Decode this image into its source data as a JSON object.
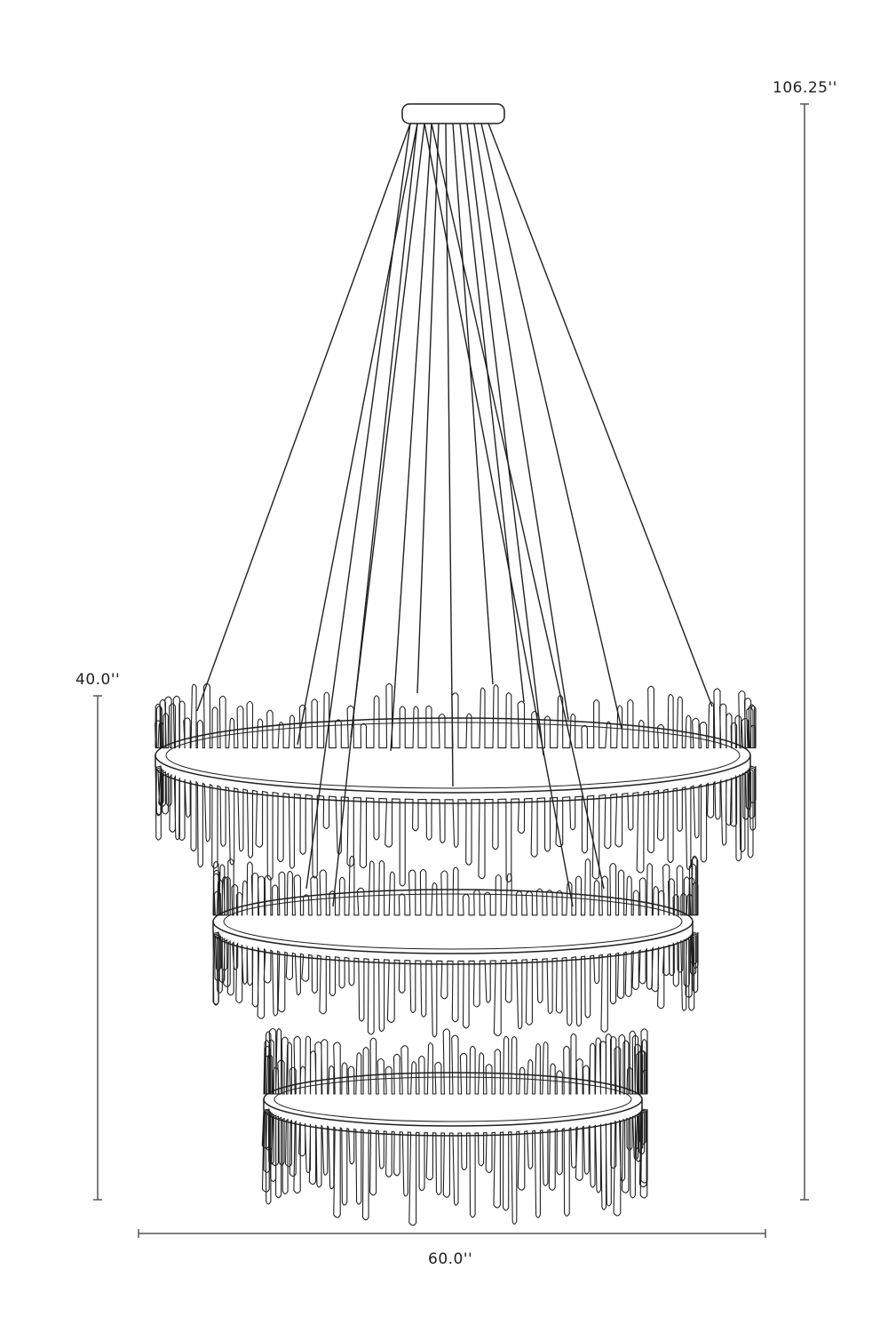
{
  "dimensions": {
    "overall_height": "106.25''",
    "body_height": "40.0''",
    "width": "60.0''"
  },
  "colors": {
    "line": "#1f1f1f",
    "dimension_line": "#555555",
    "background": "#ffffff"
  },
  "objects": {
    "canopy": "ceiling-canopy",
    "rings": [
      "top-ring",
      "middle-ring",
      "bottom-ring"
    ]
  }
}
